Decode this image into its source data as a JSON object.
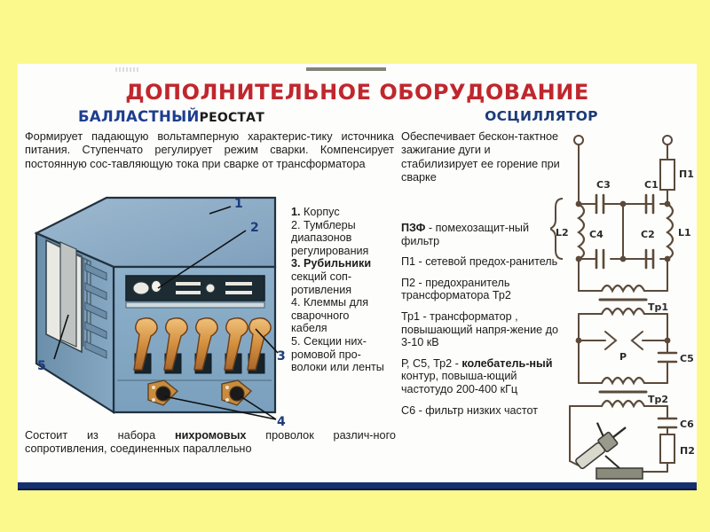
{
  "slide": {
    "title": "ДОПОЛНИТЕЛЬНОЕ ОБОРУДОВАНИЕ",
    "background_color": "#fcf98c",
    "sheet_color": "#fdfdfb",
    "accent_bar_color": "#15306e",
    "title_color": "#c0272d"
  },
  "left": {
    "heading_bold": "БАЛЛАСТНЫЙ",
    "heading_rest": "РЕОСТАТ",
    "heading_bold_color": "#1d3e8f",
    "intro": "Формирует падающую вольтамперную характерис-тику источника питания. Ступенчато регулирует режим сварки. Компенсирует постоянную сос-тавляющую тока при сварке от трансформатора",
    "footer_pre": "Состоит из набора ",
    "footer_bold": "нихромовых",
    "footer_post": " проволок различ-ного сопротивления, соединенных параллельно",
    "callouts": [
      "1",
      "2",
      "3",
      "4",
      "5"
    ],
    "legend": [
      {
        "num": "1.",
        "num_bold": true,
        "text": " Корпус",
        "bold_text": ""
      },
      {
        "num": "2.",
        "num_bold": false,
        "text": "Тумблеры диапазонов регулирования",
        "bold_text": ""
      },
      {
        "num": "3.",
        "num_bold": true,
        "text": " секций соп-ротивления",
        "bold_text": "Рубильники"
      },
      {
        "num": "4.",
        "num_bold": false,
        "text": "Клеммы для сварочного кабеля",
        "bold_text": ""
      },
      {
        "num": "5.",
        "num_bold": false,
        "text": "Секции них-ромовой про-волоки или ленты",
        "bold_text": ""
      }
    ]
  },
  "right": {
    "heading": "ОСЦИЛЛЯТОР",
    "heading_color": "#1d3b7a",
    "intro": "Обеспечивает бескон-тактное зажигание дуги и стабилизирует ее горение при сварке",
    "items": [
      {
        "bold": "ПЗФ",
        "text": " - помехозащит-ный фильтр"
      },
      {
        "bold": "",
        "text": "П1 - сетевой предох-ранитель"
      },
      {
        "bold": "",
        "text": "П2 - предохранитель трансформатора Тр2"
      },
      {
        "bold": "",
        "text": "Тр1 - трансформатор , повышающий напря-жение до 3-10 кВ"
      },
      {
        "bold": "колебатель-ный",
        "prefix": "Р, С5, Тр2 - ",
        "text": " контур, повыша-ющий частотудо 200-400 кГц"
      },
      {
        "bold": "",
        "text": "С6 - фильтр низких частот"
      }
    ],
    "circuit_labels": {
      "c1": "C1",
      "c2": "C2",
      "c3": "C3",
      "c4": "C4",
      "c5": "C5",
      "c6": "C6",
      "l1": "L1",
      "l2": "L2",
      "p1": "П1",
      "p2": "П2",
      "tr1": "Тр1",
      "tr2": "Тр2",
      "p": "Р"
    }
  }
}
